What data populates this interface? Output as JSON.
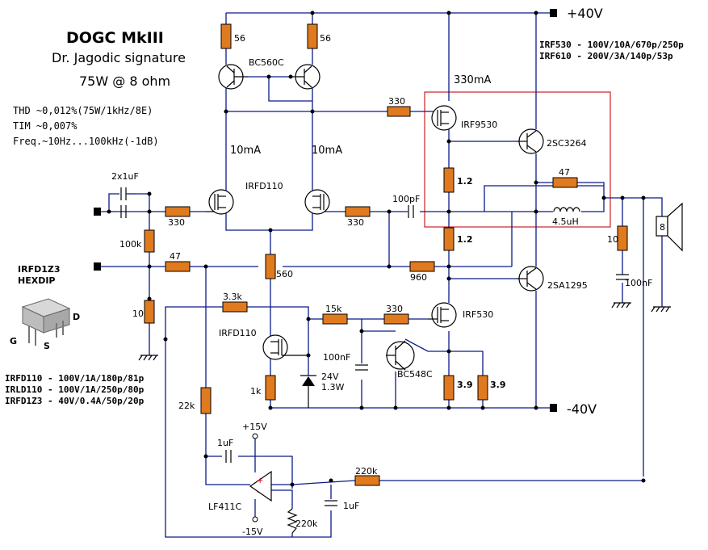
{
  "header": {
    "title": "DOGC  MkIII",
    "subtitle": "Dr. Jagodic signature",
    "power": "75W @ 8 ohm"
  },
  "specs": [
    "THD ~0,012%(75W/1kHz/8E)",
    "TIM ~0,007%",
    "Freq.~10Hz...100kHz(-1dB)"
  ],
  "rails": {
    "pos": "+40V",
    "neg": "-40V",
    "op_pos": "+15V",
    "op_neg": "-15V"
  },
  "mosfet_notes": [
    "IRF530 - 100V/10A/670p/250p",
    "IRF610 - 200V/3A/140p/53p"
  ],
  "device_notes": [
    "IRFD110 - 100V/1A/180p/81p",
    "IRLD110 - 100V/1A/250p/80p",
    "IRFD1Z3 - 40V/0.4A/50p/20p"
  ],
  "package": {
    "name": "IRFD1Z3",
    "type": "HEXDIP",
    "pin_g": "G",
    "pin_s": "S",
    "pin_d": "D"
  },
  "labels": {
    "r56a": "56",
    "r56b": "56",
    "bc560": "BC560C",
    "i330": "330mA",
    "r330_top": "330",
    "irf9530": "IRF9530",
    "q2sc": "2SC3264",
    "r12a": "1.2",
    "r12b": "1.2",
    "r47_out": "47",
    "ind": "4.5uH",
    "r10_out": "10",
    "c100n_out": "100nF",
    "spk": "8",
    "i10a": "10mA",
    "i10b": "10mA",
    "irfd110_top": "IRFD110",
    "c2x1u": "2x1uF",
    "r330_in": "330",
    "r330_mid": "330",
    "c100p": "100pF",
    "r100k": "100k",
    "r47_in": "47",
    "r10_in": "10",
    "r560": "560",
    "r960": "960",
    "q2sa": "2SA1295",
    "r33k": "3.3k",
    "irfd110_low": "IRFD110",
    "r15k": "15k",
    "r330_low": "330",
    "irf530": "IRF530",
    "c100n_low": "100nF",
    "bc548": "BC548C",
    "r1k": "1k",
    "z24": "24V",
    "z13": "1.3W",
    "r39a": "3.9",
    "r39b": "3.9",
    "r22k": "22k",
    "c1u_op": "1uF",
    "lf411": "LF411C",
    "r220k_h": "220k",
    "c1u_low": "1uF",
    "r220k_v": "220k"
  },
  "colors": {
    "wire": "#0a1a8a",
    "resistor": "#e07a1f",
    "highlight_box": "#cc2222"
  }
}
